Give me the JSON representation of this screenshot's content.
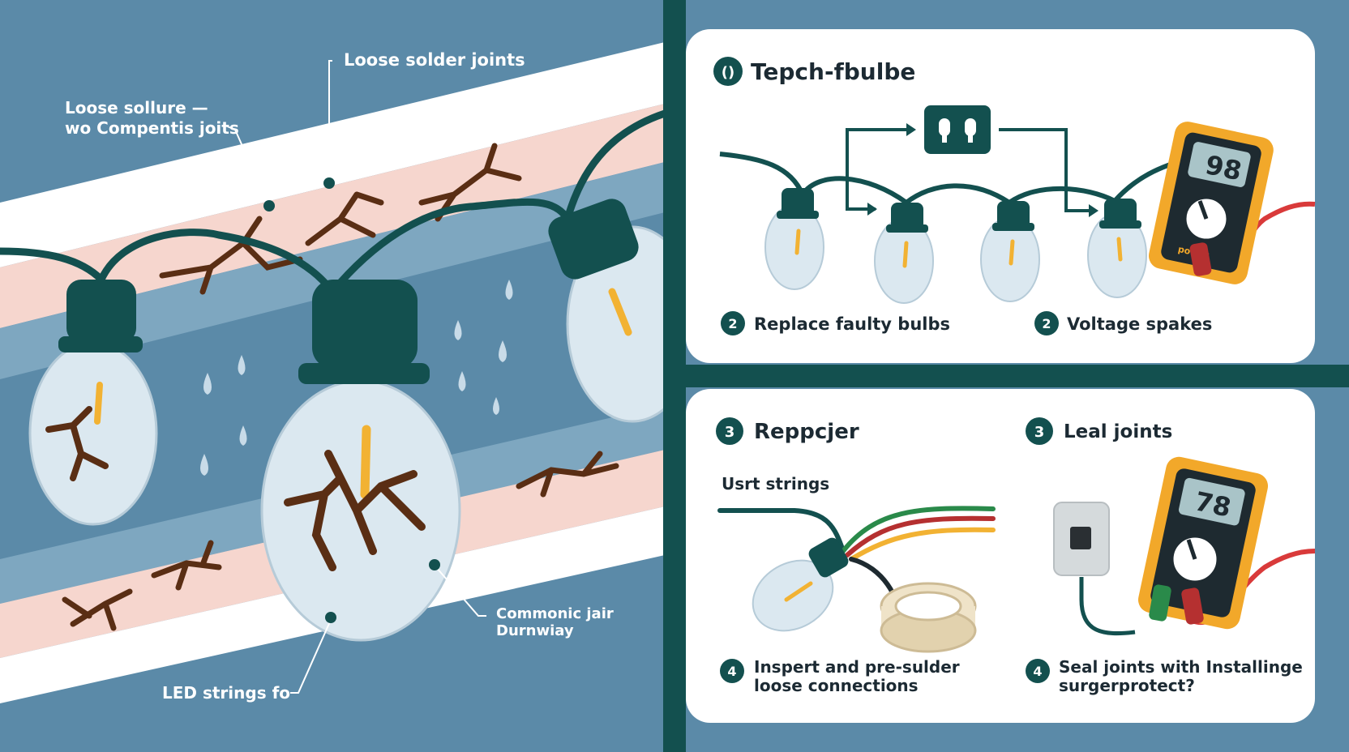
{
  "left_panel": {
    "callout_top": "Loose solder joints",
    "callout_left_line1": "Loose sollure —",
    "callout_left_line2": "wo Compentis joits",
    "callout_right_line1": "Commonic jair",
    "callout_right_line2": "Durnwiay",
    "callout_bottom": "LED strings fo"
  },
  "top_card": {
    "title_badge": "()",
    "title": "Tepch-fbulbe",
    "step_left_badge": "2",
    "step_left_label": "Replace faulty bulbs",
    "step_right_badge": "2",
    "step_right_label": "Voltage spakes",
    "meter_reading": "98",
    "meter_brand": "power"
  },
  "bottom_card": {
    "left_badge": "3",
    "left_title": "Reppcjer",
    "right_badge": "3",
    "right_title": "Leal joints",
    "wire_label": "Usrt strings",
    "step_left_badge": "4",
    "step_left_line1": "Inspert and pre-sulder",
    "step_left_line2": "loose connections",
    "step_right_badge": "4",
    "step_right_line1": "Seal joints with Installinge",
    "step_right_line2": "surgerprotect?",
    "meter_reading": "78"
  },
  "colors": {
    "background": "#5b8aa8",
    "band_white": "#ffffff",
    "band_pink": "#f6d6ce",
    "band_blue": "#7ea7c0",
    "socket": "#13504f",
    "filament": "#f2b233",
    "crack": "#5a2e14",
    "card": "#ffffff",
    "meter_orange": "#f2a82a",
    "wire_red": "#d93a3a"
  }
}
